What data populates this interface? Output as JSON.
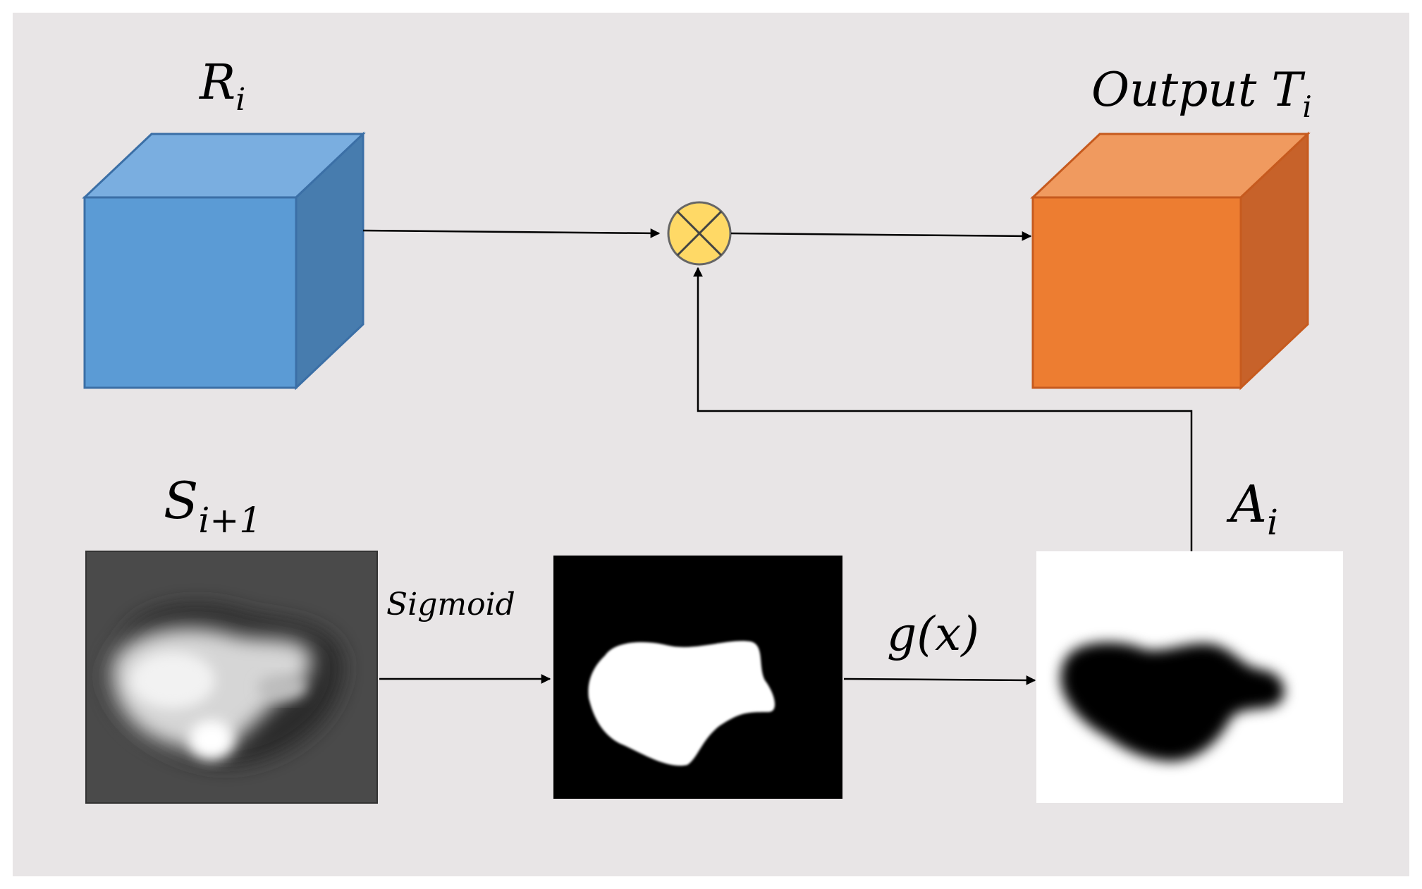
{
  "labels": {
    "r_main": "R",
    "r_sub": "i",
    "output_main": "Output T",
    "output_sub": "i",
    "s_main": "S",
    "s_sub": "i+1",
    "a_main": "A",
    "a_sub": "i",
    "sigmoid": "Sigmoid",
    "gx": "g(x)"
  },
  "colors": {
    "background": "#e8e5e6",
    "cube_blue_front": "#5b9bd5",
    "cube_blue_top": "#7aaee0",
    "cube_blue_side": "#477cae",
    "cube_blue_stroke": "#3b6fa6",
    "cube_orange_front": "#ed7d31",
    "cube_orange_top": "#f09a5f",
    "cube_orange_side": "#c7622a",
    "cube_orange_stroke": "#c65a1e",
    "multiply_fill": "#ffd966"
  },
  "icons": {
    "multiply": "circled-times-icon"
  }
}
